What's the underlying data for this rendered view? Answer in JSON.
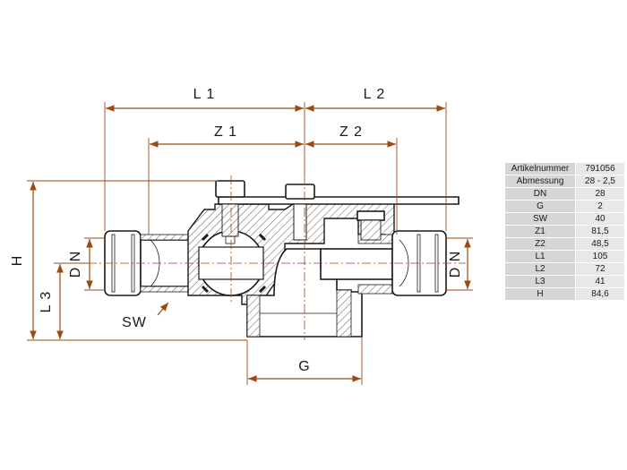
{
  "dimensions": {
    "l1": "L 1",
    "l2": "L 2",
    "z1": "Z 1",
    "z2": "Z 2",
    "h": "H",
    "l3": "L 3",
    "dn_left": "D N",
    "dn_right": "D N",
    "sw": "SW",
    "g": "G"
  },
  "spec_table": [
    {
      "key": "Artikelnummer",
      "value": "791056"
    },
    {
      "key": "Abmessung",
      "value": "28 - 2,5"
    },
    {
      "key": "DN",
      "value": "28"
    },
    {
      "key": "G",
      "value": "2"
    },
    {
      "key": "SW",
      "value": "40"
    },
    {
      "key": "Z1",
      "value": "81,5"
    },
    {
      "key": "Z2",
      "value": "48,5"
    },
    {
      "key": "L1",
      "value": "105"
    },
    {
      "key": "L2",
      "value": "72"
    },
    {
      "key": "L3",
      "value": "41"
    },
    {
      "key": "H",
      "value": "84,6"
    }
  ],
  "colors": {
    "dimension_line": "#9c4a12",
    "drawing_line": "#1a1a1a",
    "table_key_bg": "#d6d6d6",
    "table_value_bg": "#e8e8e8"
  }
}
